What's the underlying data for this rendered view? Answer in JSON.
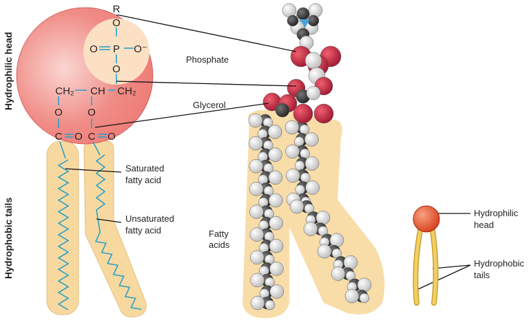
{
  "labels": {
    "hydrophilic_head_vertical": "Hydrophilic head",
    "hydrophobic_tails_vertical": "Hydrophobic tails",
    "phosphate": "Phosphate",
    "glycerol": "Glycerol",
    "saturated_line1": "Saturated",
    "saturated_line2": "fatty acid",
    "unsaturated_line1": "Unsaturated",
    "unsaturated_line2": "fatty acid",
    "fatty_acids_line1": "Fatty",
    "fatty_acids_line2": "acids",
    "icon_head_line1": "Hydrophilic",
    "icon_head_line2": "head",
    "icon_tails_line1": "Hydrophobic",
    "icon_tails_line2": "tails"
  },
  "chem": {
    "r": "R",
    "o_top": "O",
    "o_left": "O",
    "p": "P",
    "o_minus": "O⁻",
    "o_bottom": "O",
    "ch2_left": "CH₂",
    "ch": "CH",
    "ch2_right": "CH₂",
    "o_ester1": "O",
    "o_ester2": "O",
    "c1": "C",
    "o_c1": "O",
    "c2": "C",
    "o_c2": "O"
  },
  "colors": {
    "head": "#ef7f7a",
    "phosphate_zone": "#fbe0c4",
    "tail": "#f7d9a0",
    "bond": "#2aa0c8",
    "oxygen": "#c8263f",
    "carbon": "#333333",
    "hydrogen": "#eeeeee",
    "nitrogen": "#4aa3df",
    "icon_head": "#e8502a"
  }
}
